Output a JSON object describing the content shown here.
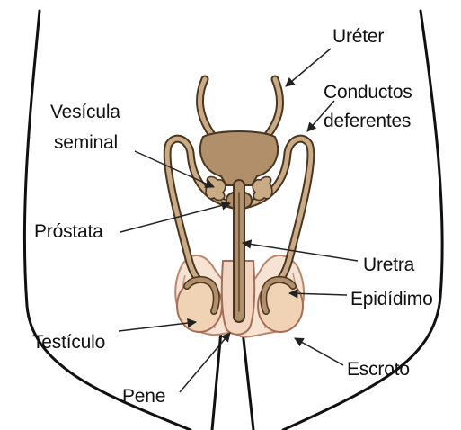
{
  "labels": {
    "ureter": "Uréter",
    "conductos_line1": "Conductos",
    "conductos_line2": "deferentes",
    "vesicula_line1": "Vesícula",
    "vesicula_line2": "seminal",
    "prostata": "Próstata",
    "uretra": "Uretra",
    "epididimo": "Epidídimo",
    "testiculo": "Testículo",
    "escroto": "Escroto",
    "pene": "Pene"
  },
  "colors": {
    "organ_fill": "#b08f6a",
    "organ_stroke": "#4a3520",
    "duct_fill": "#c9ab86",
    "testis_fill": "#f0d3b4",
    "scrotum_fill": "#f6e3d3",
    "body_outline": "#111111",
    "leader_line": "#222222"
  }
}
